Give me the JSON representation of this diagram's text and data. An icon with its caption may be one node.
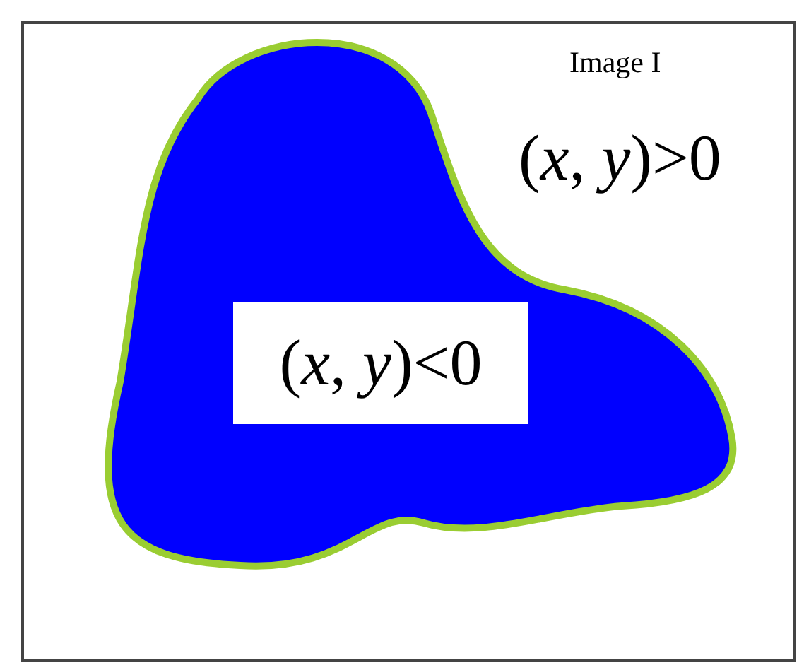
{
  "diagram": {
    "nodes": [
      {
        "text": [
          "Image I",
          "(*x*, *y*)>0"
        ]
      },
      {
        "text": [
          "(*x*, *y*)<0"
        ],
        "in": 0
      }
    ]
  }
}
